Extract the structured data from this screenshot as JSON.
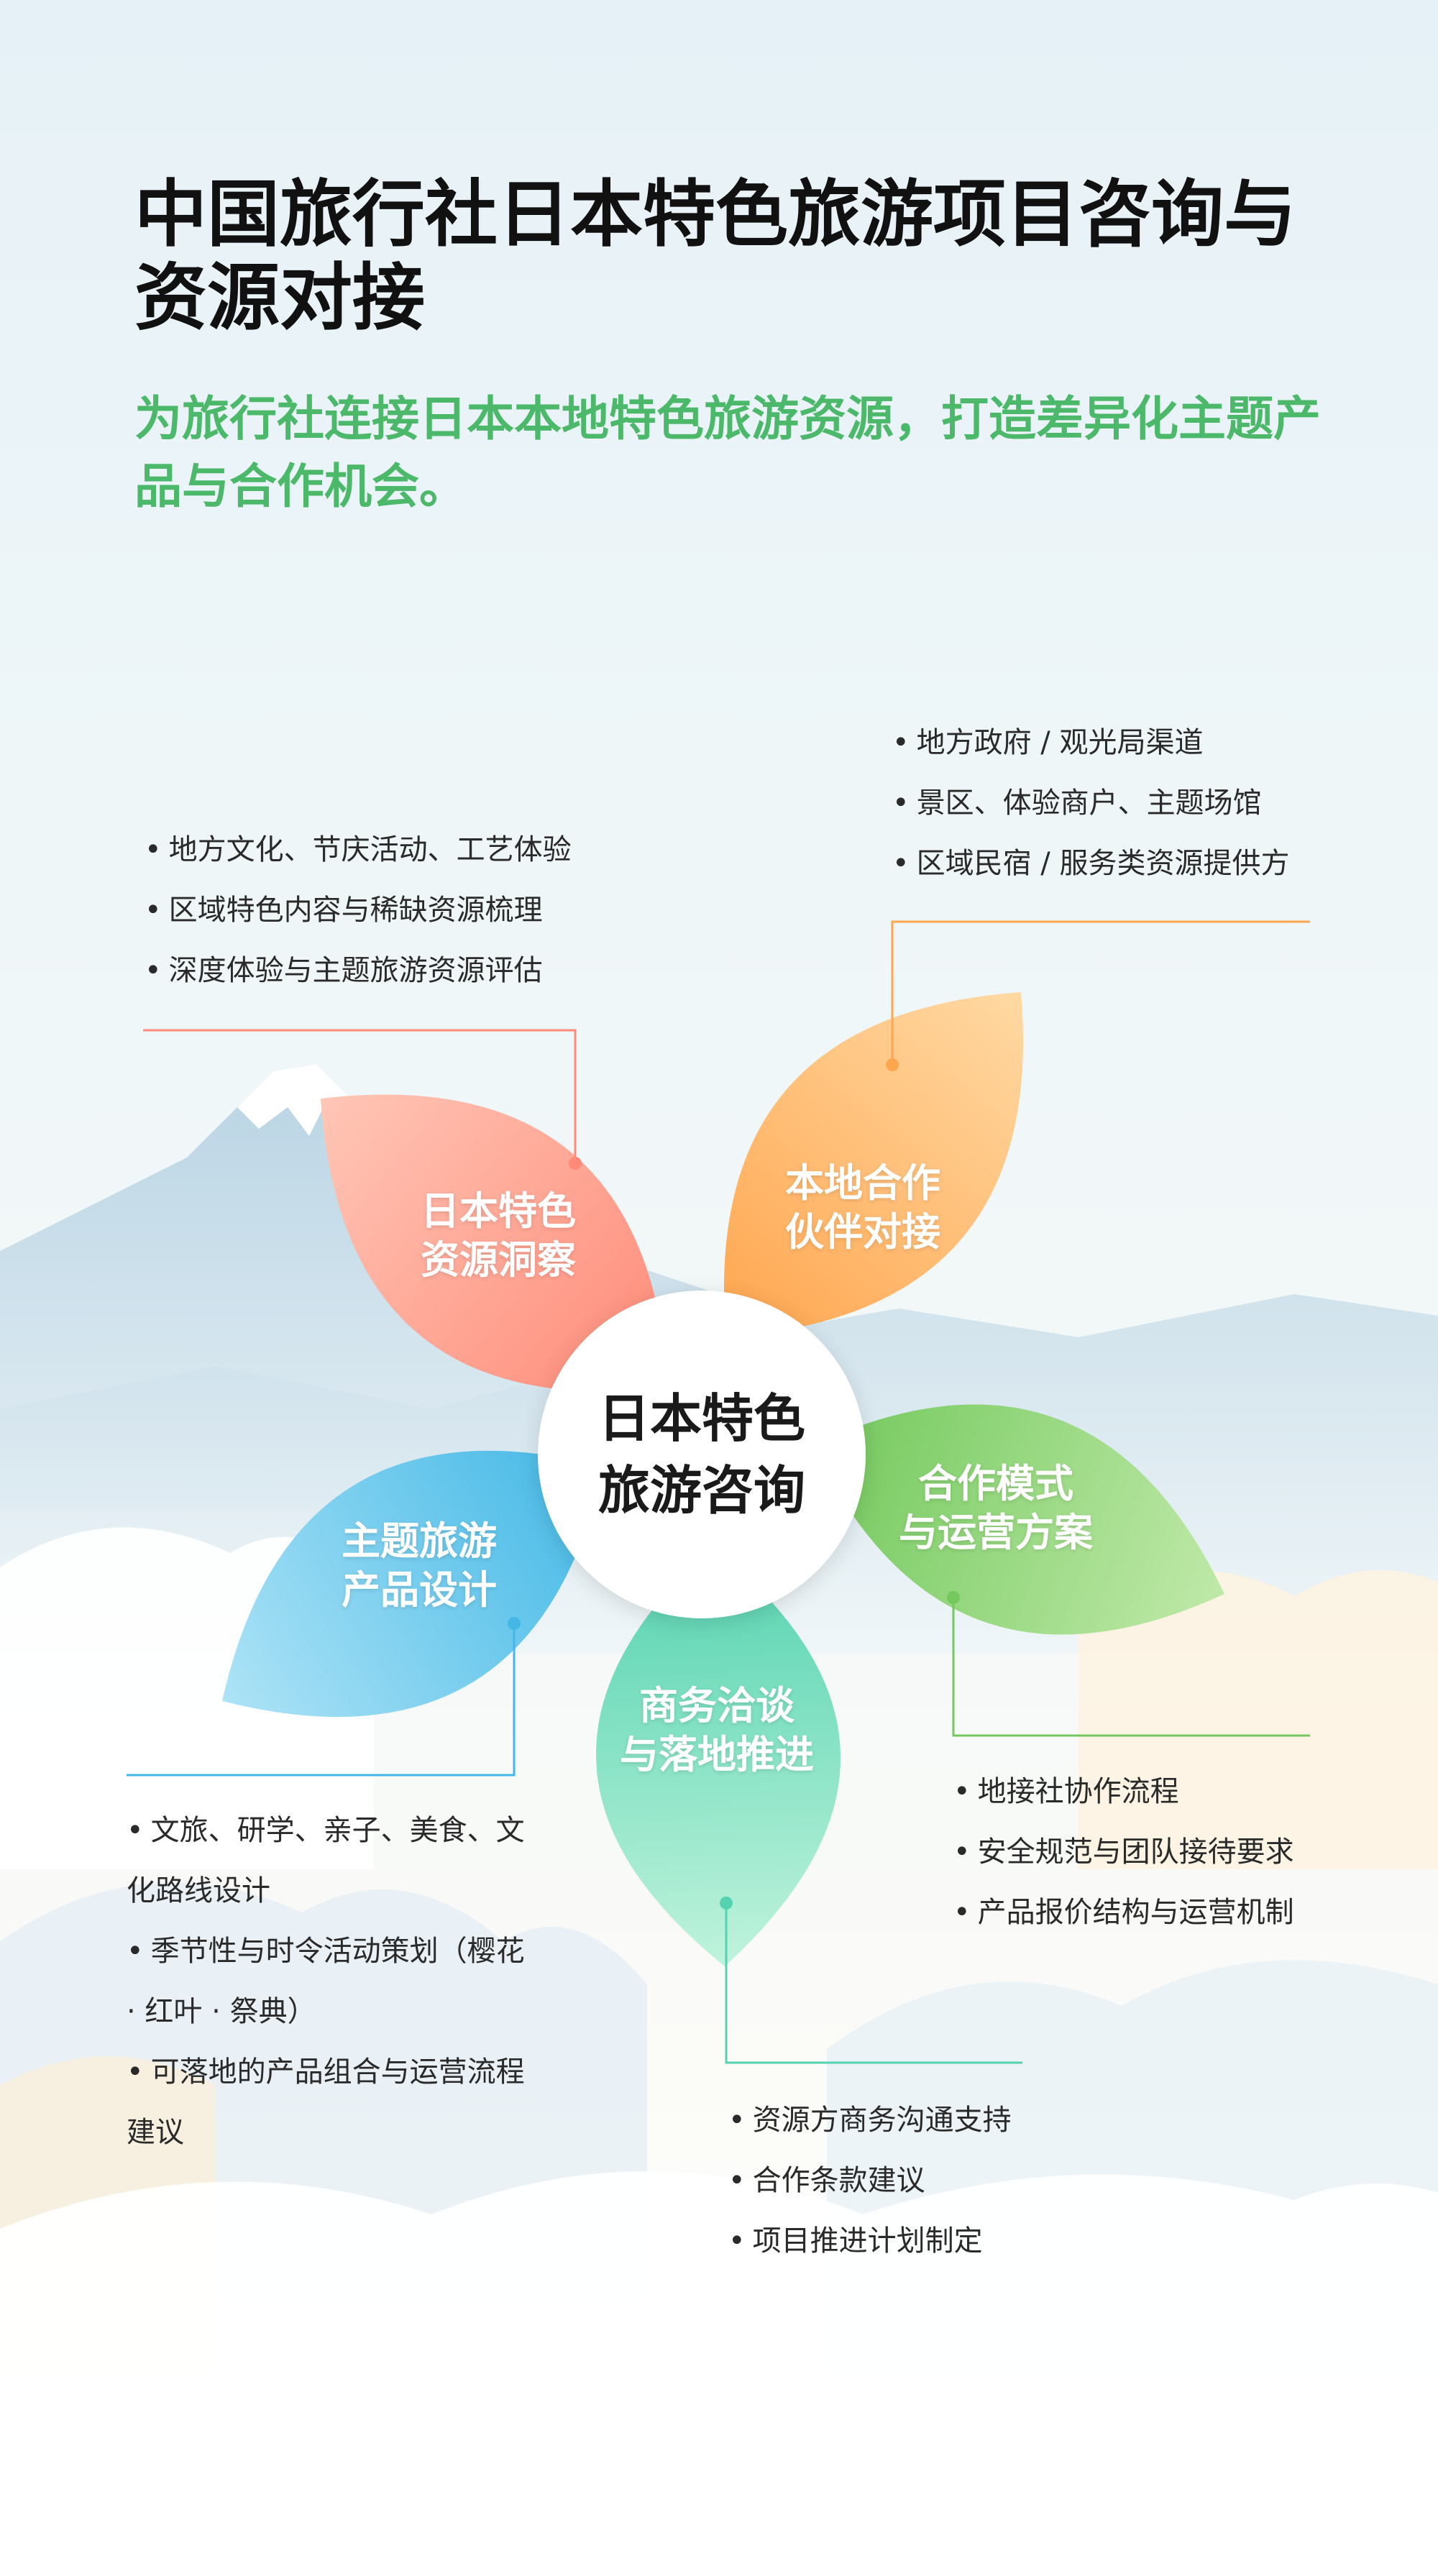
{
  "header": {
    "title": "中国旅行社日本特色旅游项目咨询与资源对接",
    "subtitle": "为旅行社连接日本本地特色旅游资源，打造差异化主题产品与合作机会。"
  },
  "center": {
    "line1": "日本特色",
    "line2": "旅游咨询"
  },
  "petals": [
    {
      "id": "resource-insight",
      "line1": "日本特色",
      "line2": "资源洞察",
      "color": "#ff8a78",
      "color_light": "#ffc6b6",
      "items": [
        "地方文化、节庆活动、工艺体验",
        "区域特色内容与稀缺资源梳理",
        "深度体验与主题旅游资源评估"
      ]
    },
    {
      "id": "local-partner",
      "line1": "本地合作",
      "line2": "伙伴对接",
      "color": "#ffa64f",
      "color_light": "#ffd9a3",
      "items": [
        "地方政府 / 观光局渠道",
        "景区、体验商户、主题场馆",
        "区域民宿 / 服务类资源提供方"
      ]
    },
    {
      "id": "cooperation-model",
      "line1": "合作模式",
      "line2": "与运营方案",
      "color": "#74c95e",
      "color_light": "#bfe9a8",
      "items": [
        "地接社协作流程",
        "安全规范与团队接待要求",
        "产品报价结构与运营机制"
      ]
    },
    {
      "id": "business-negotiation",
      "line1": "商务洽谈",
      "line2": "与落地推进",
      "color": "#55d3b0",
      "color_light": "#bff3dc",
      "items": [
        "资源方商务沟通支持",
        "合作条款建议",
        "项目推进计划制定"
      ]
    },
    {
      "id": "product-design",
      "line1": "主题旅游",
      "line2": "产品设计",
      "color": "#43b8e6",
      "color_light": "#ade3f6",
      "items": [
        "文旅、研学、亲子、美食、文化路线设计",
        "季节性与时令活动策划（樱花 · 红叶 · 祭典）",
        "可落地的产品组合与运营流程建议"
      ]
    }
  ]
}
